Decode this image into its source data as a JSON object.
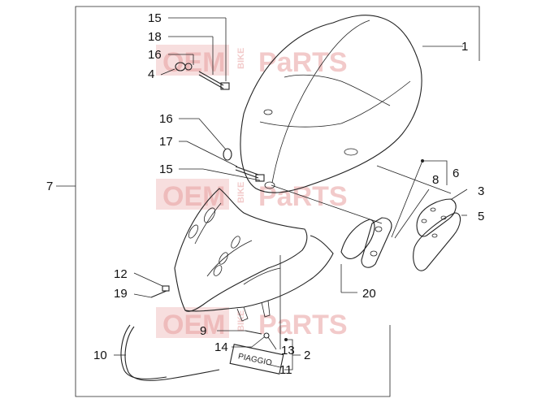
{
  "diagram": {
    "callouts": {
      "c1": "1",
      "c2": "2",
      "c3": "3",
      "c4": "4",
      "c5": "5",
      "c6": "6",
      "c7": "7",
      "c8": "8",
      "c9": "9",
      "c10": "10",
      "c11": "11",
      "c12": "12",
      "c13": "13",
      "c14": "14",
      "c15a": "15",
      "c15b": "15",
      "c16a": "16",
      "c16b": "16",
      "c17": "17",
      "c18": "18",
      "c19": "19",
      "c20": "20"
    },
    "plate_text": "PIAGGIO"
  },
  "watermark": {
    "left": "OEM",
    "small": "BIKE",
    "right": "PaRTS"
  }
}
